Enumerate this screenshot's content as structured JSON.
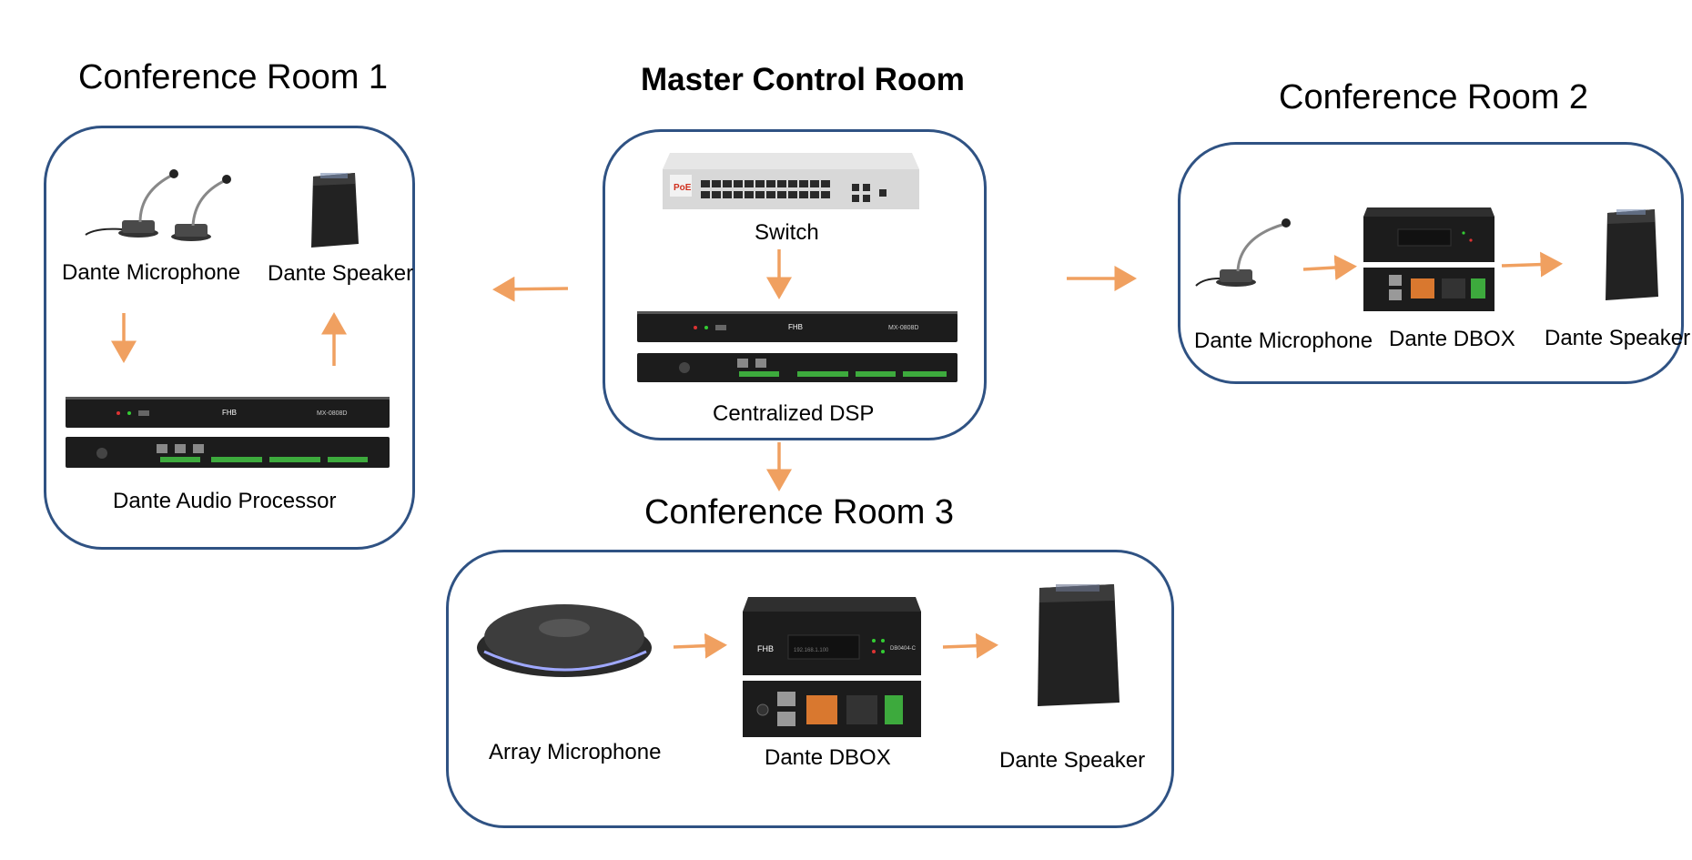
{
  "colors": {
    "room_border": "#2f5283",
    "arrow": "#f0a060",
    "device_dark": "#1f1f1f",
    "port_green": "#3daa3d",
    "port_orange": "#d9782f"
  },
  "rooms": {
    "room1": {
      "title": "Conference Room 1",
      "microphone": "Dante Microphone",
      "speaker": "Dante Speaker",
      "processor": "Dante Audio Processor"
    },
    "master": {
      "title": "Master Control Room",
      "switch": "Switch",
      "dsp": "Centralized DSP"
    },
    "room2": {
      "title": "Conference Room 2",
      "microphone": "Dante Microphone",
      "dbox": "Dante DBOX",
      "speaker": "Dante Speaker"
    },
    "room3": {
      "title": "Conference Room 3",
      "microphone": "Array Microphone",
      "dbox": "Dante DBOX",
      "speaker": "Dante Speaker"
    }
  },
  "devices": {
    "switch_badge": "PoE",
    "brand": "FHB",
    "dsp_model": "MX-0808D",
    "dbox_model": "DB0404-C",
    "ip_display": "192.168.1.100"
  }
}
